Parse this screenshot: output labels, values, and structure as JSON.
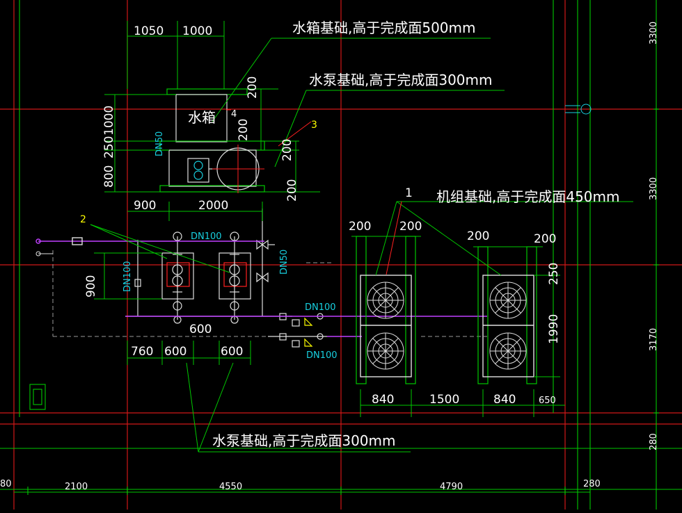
{
  "colors": {
    "background": "#000000",
    "axis_red": "#d01818",
    "dim_green": "#00c800",
    "text_white": "#ffffff",
    "cyan": "#18d0e0",
    "yellow": "#ffff00",
    "magenta": "#c040ff",
    "equipment": "#e0e0e0"
  },
  "notes": {
    "tank_base": "水箱基础,高于完成面500mm",
    "pump_base_top": "水泵基础,高于完成面300mm",
    "unit_base": "机组基础,高于完成面450mm",
    "pump_base_bottom": "水泵基础,高于完成面300mm"
  },
  "tags": {
    "t1": "1",
    "t2": "2",
    "t3": "3",
    "t4": "4"
  },
  "equipment": {
    "tank": "水箱"
  },
  "pipes": {
    "dn50_a": "DN50",
    "dn50_b": "DN50",
    "dn100_top": "DN100",
    "dn100_left": "DN100",
    "dn100_mid": "DN100",
    "dn100_bottom": "DN100"
  },
  "dims": {
    "d1050": "1050",
    "d1000_top": "1000",
    "d200_a": "200",
    "d1000_v": "1000",
    "d250_v": "250",
    "d800_v": "800",
    "d200_b": "200",
    "d200_c": "200",
    "d200_d": "200",
    "d900_h": "900",
    "d2000_h": "2000",
    "d900_v": "900",
    "d600_mid": "600",
    "d760": "760",
    "d600_a": "600",
    "d600_b": "600",
    "d200_u1": "200",
    "d200_u2": "200",
    "d200_u3": "200",
    "d200_u4": "200",
    "d250_u": "250",
    "d1990": "1990",
    "d840_a": "840",
    "d1500": "1500",
    "d840_b": "840",
    "d650": "650"
  },
  "axis_dims": {
    "b_left": "80",
    "b2100": "2100",
    "b4550": "4550",
    "b4790": "4790",
    "b280": "280",
    "r3300_top": "3300",
    "r3300_mid": "3300",
    "r3170": "3170",
    "r280": "280"
  }
}
